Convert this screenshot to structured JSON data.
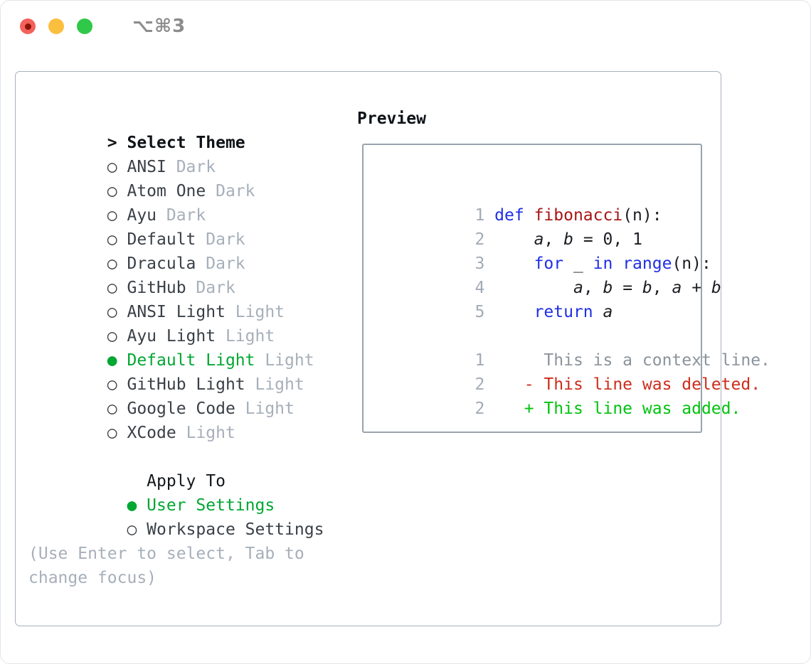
{
  "window": {
    "title": "⌥⌘3"
  },
  "icons": {
    "radio_off": "○",
    "radio_on": "●",
    "focus_caret": ">"
  },
  "colors": {
    "selection_green": "#00a732",
    "added_green": "#00c30e",
    "deleted_red": "#ce2d1b",
    "keyword_blue": "#1e2fe4",
    "function_red": "#a81414",
    "muted_gray": "#a6afba",
    "traffic_red": "#f4605a",
    "traffic_yellow": "#fbbe3e",
    "traffic_green": "#30c848"
  },
  "theme_list": {
    "header": "Select Theme",
    "items": [
      {
        "name": "ANSI",
        "variant": "Dark",
        "selected": false
      },
      {
        "name": "Atom One",
        "variant": "Dark",
        "selected": false
      },
      {
        "name": "Ayu",
        "variant": "Dark",
        "selected": false
      },
      {
        "name": "Default",
        "variant": "Dark",
        "selected": false
      },
      {
        "name": "Dracula",
        "variant": "Dark",
        "selected": false
      },
      {
        "name": "GitHub",
        "variant": "Dark",
        "selected": false
      },
      {
        "name": "ANSI Light",
        "variant": "Light",
        "selected": false
      },
      {
        "name": "Ayu Light",
        "variant": "Light",
        "selected": false
      },
      {
        "name": "Default Light",
        "variant": "Light",
        "selected": true
      },
      {
        "name": "GitHub Light",
        "variant": "Light",
        "selected": false
      },
      {
        "name": "Google Code",
        "variant": "Light",
        "selected": false
      },
      {
        "name": "XCode",
        "variant": "Light",
        "selected": false
      }
    ]
  },
  "apply_to": {
    "label": "Apply To",
    "options": [
      {
        "label": "User Settings",
        "selected": true
      },
      {
        "label": "Workspace Settings",
        "selected": false
      }
    ]
  },
  "hint": {
    "line1": "(Use Enter to select, Tab to",
    "line2": "change focus)"
  },
  "preview": {
    "label": "Preview",
    "code_lines": [
      {
        "num": "1",
        "tokens": [
          "def ",
          "fibonacci",
          "(n):"
        ]
      },
      {
        "num": "2",
        "tokens": [
          "    ",
          "a",
          ", ",
          "b",
          " = 0, 1"
        ]
      },
      {
        "num": "3",
        "tokens": [
          "    ",
          "for",
          " _ ",
          "in ",
          "range",
          "(n):"
        ]
      },
      {
        "num": "4",
        "tokens": [
          "        ",
          "a",
          ", ",
          "b",
          " = ",
          "b",
          ", ",
          "a",
          " + ",
          "b"
        ]
      },
      {
        "num": "5",
        "tokens": [
          "    ",
          "return ",
          "a"
        ]
      }
    ],
    "diff_lines": [
      {
        "num": "1",
        "text": "     This is a context line."
      },
      {
        "num": "2",
        "text": "   - This line was deleted."
      },
      {
        "num": "2",
        "text": "   + This line was added."
      }
    ]
  }
}
